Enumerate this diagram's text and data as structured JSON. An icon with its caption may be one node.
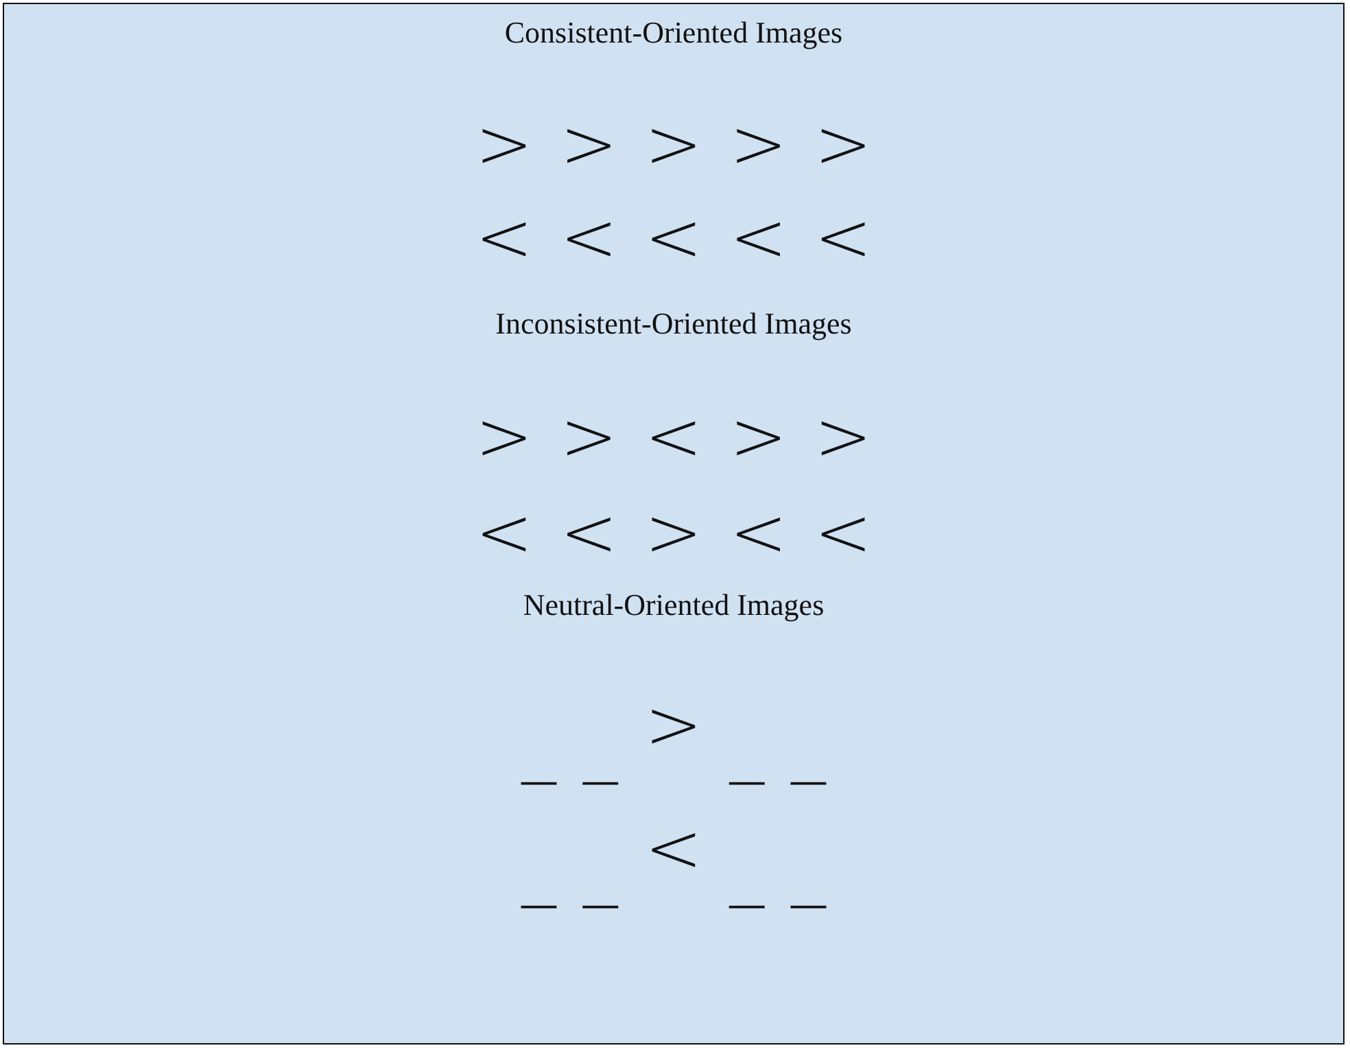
{
  "diagram": {
    "labels": [
      "Consistent-Oriented Images",
      "> > > > >",
      "< < < < <",
      "Inconsistent-Oriented Images",
      "> > < > >",
      "< < > < <",
      "Neutral-Oriented Images",
      "_ _ $^{>}$ _ _",
      "_ _ $^{<}$ _ _"
    ]
  }
}
